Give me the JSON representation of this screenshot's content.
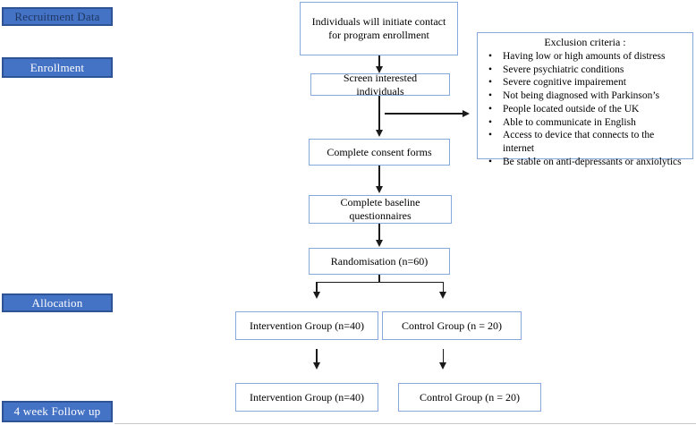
{
  "palette": {
    "sidebar_fill": "#4472C4",
    "sidebar_border": "#2F5496",
    "sidebar_text": "#FFFFFF",
    "sidebar_text_dark": "#1F3864",
    "flowbox_border": "#85A9DC",
    "arrow_color": "#1a1a1a"
  },
  "sidebar": {
    "items": [
      {
        "label": "Recruitment Data"
      },
      {
        "label": "Enrollment"
      },
      {
        "label": "Allocation"
      },
      {
        "label": "4 week Follow up"
      }
    ]
  },
  "flow": {
    "initiate": "Individuals will initiate contact for program enrollment",
    "screen": "Screen interested individuals",
    "consent": "Complete consent forms",
    "baseline": "Complete baseline questionnaires",
    "randomisation": "Randomisation (n=60)",
    "intervention_allocation": "Intervention Group (n=40)",
    "control_allocation": "Control Group (n = 20)",
    "intervention_followup": "Intervention Group (n=40)",
    "control_followup": "Control Group (n = 20)"
  },
  "exclusion": {
    "title": "Exclusion criteria :",
    "bullet_glyph": "•",
    "items": [
      "Having low or high amounts of distress",
      "Severe psychiatric conditions",
      "Severe cognitive impairement",
      "Not being diagnosed with Parkinson’s",
      "People located outside of the UK",
      "Able to communicate in English",
      "Access to device that connects to the internet",
      "Be stable on anti-depressants or anxiolytics"
    ]
  }
}
